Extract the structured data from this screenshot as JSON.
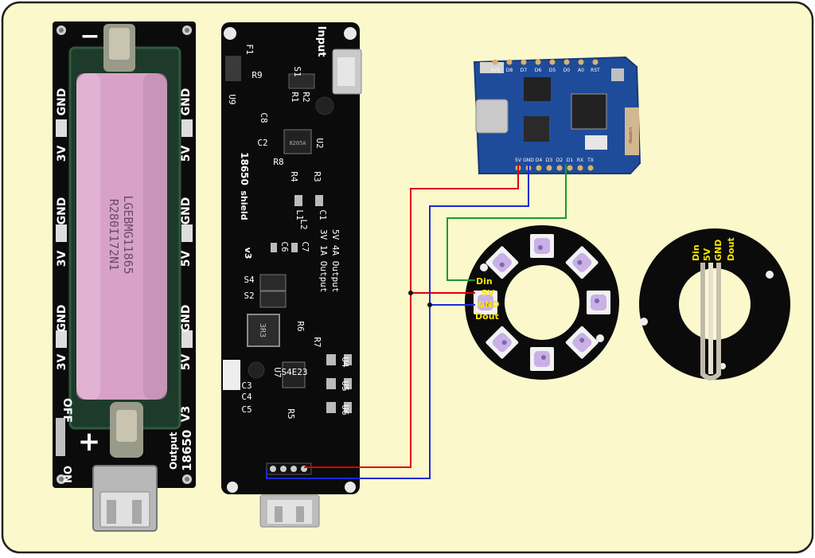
{
  "colors": {
    "background": "#fbf9cc",
    "border": "#222222",
    "pcb": "#0b0b0b",
    "wemos_pcb": "#1f4c9a",
    "battery": "#d8a2c8",
    "wire_5v": "#e00000",
    "wire_gnd": "#1a2ad8",
    "wire_data": "#1b9a2a",
    "label_yellow": "#f5e400"
  },
  "battery_holder": {
    "side_labels": [
      "GND",
      "3V",
      "GND",
      "3V",
      "GND",
      "3V"
    ],
    "right_labels": [
      "GND",
      "5V",
      "GND",
      "5V",
      "GND",
      "5V",
      "V3"
    ],
    "switch_label": "OFF",
    "on_label": "ON",
    "output_label": "Output",
    "model_label": "18650",
    "cell_text_line1": "LGEBMG11865",
    "cell_text_line2": "R280I172N1",
    "minus_label": "−",
    "plus_label": "+"
  },
  "shield": {
    "input_label": "Input",
    "model_label": "18650",
    "shield_word": "shield",
    "version": "v3",
    "out_line1": "5V 4A Output",
    "out_line2": "3V 1A Output",
    "components": [
      "F1",
      "R9",
      "U9",
      "C8",
      "S1",
      "R1",
      "R2",
      "U2",
      "C2",
      "R8",
      "R4",
      "R3",
      "L1",
      "C1",
      "L2",
      "C6",
      "C7",
      "S4",
      "S2",
      "R6",
      "R7",
      "U4",
      "U5",
      "U6",
      "C3",
      "C4",
      "C5",
      "R5",
      "U7"
    ],
    "chips": {
      "ic_u2": "8205A",
      "inductor": "3R3",
      "ic_u7": "S4E23"
    }
  },
  "wemos": {
    "top_pins": [
      "3V3",
      "D8",
      "D7",
      "D6",
      "D5",
      "D0",
      "A0",
      "RST"
    ],
    "bottom_pins": [
      "5V",
      "GND",
      "D4",
      "D3",
      "D2",
      "D1",
      "RX",
      "TX"
    ],
    "antenna_label": "Ifesotch"
  },
  "ring_front": {
    "labels": [
      "Din",
      "5V",
      "GND",
      "Dout"
    ],
    "led_count": 8
  },
  "ring_back": {
    "labels": [
      "Din",
      "5V",
      "GND",
      "Dout"
    ]
  }
}
